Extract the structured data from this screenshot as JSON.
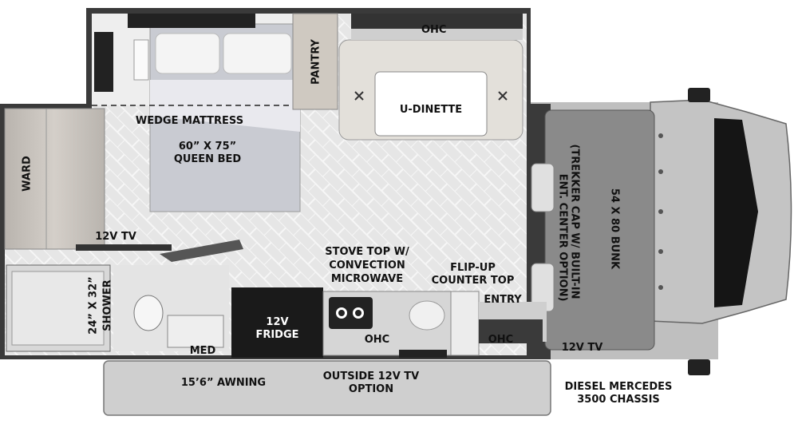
{
  "labels": {
    "ohc_top": "OHC",
    "pantry": "PANTRY",
    "u_dinette": "U-DINETTE",
    "wedge_mattress": "WEDGE MATTRESS",
    "queen_bed_size": "60” X 75”",
    "queen_bed": "QUEEN BED",
    "ward": "WARD",
    "tv_bedroom": "12V TV",
    "shower_size": "24” X 32”",
    "shower": "SHOWER",
    "med": "MED",
    "fridge_line1": "12V",
    "fridge_line2": "FRIDGE",
    "stove_line1": "STOVE TOP W/",
    "stove_line2": "CONVECTION",
    "stove_line3": "MICROWAVE",
    "flip_up_line1": "FLIP-UP",
    "flip_up_line2": "COUNTER TOP",
    "entry": "ENTRY",
    "ohc_kitchen": "OHC",
    "ohc_entry": "OHC",
    "tv_cab": "12V TV",
    "bunk": "54 X 80 BUNK",
    "bunk_note_line1": "(TREKKER CAP W/ BUILT-IN",
    "bunk_note_line2": "ENT. CENTER OPTION)",
    "awning": "15’6” AWNING",
    "outside_tv_line1": "OUTSIDE 12V TV",
    "outside_tv_line2": "OPTION",
    "chassis_line1": "DIESEL MERCEDES",
    "chassis_line2": "3500 CHASSIS"
  },
  "colors": {
    "wall": "#3a3a3a",
    "floor": "#e6e6e6",
    "bed": "#c9cbd2",
    "cab": "#8a8a8a",
    "wood": "#c8c3bd",
    "cabin_body": "#bdbdbd"
  }
}
